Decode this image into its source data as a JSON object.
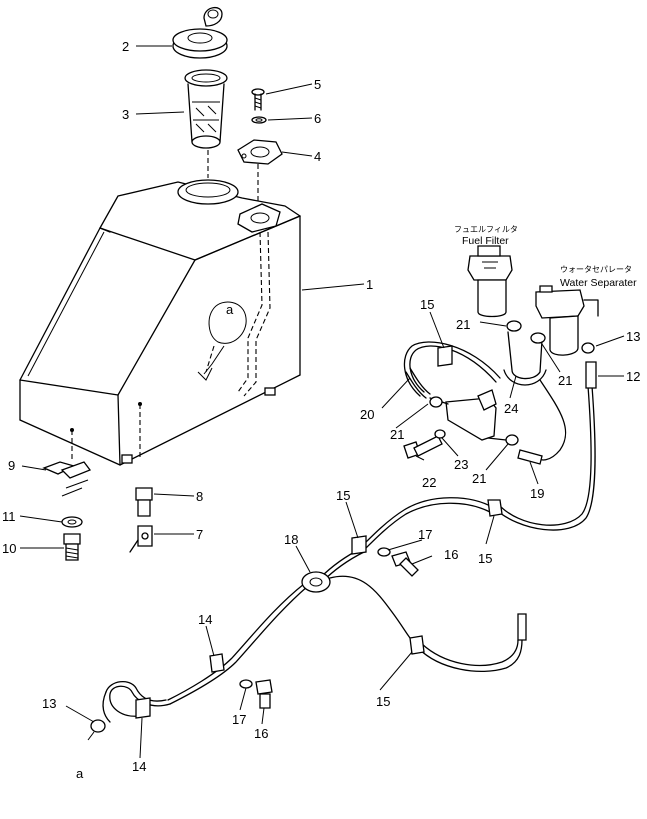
{
  "labels": {
    "fuel_filter_jp": "フュエルフィルタ",
    "fuel_filter_en": "Fuel Filter",
    "water_separator_jp": "ウォータセパレータ",
    "water_separator_en": "Water Separater",
    "ref_a_tank": "a",
    "ref_a_bottom": "a"
  },
  "callouts": {
    "c1": "1",
    "c2": "2",
    "c3": "3",
    "c4": "4",
    "c5": "5",
    "c6": "6",
    "c7": "7",
    "c8": "8",
    "c9": "9",
    "c10": "10",
    "c11": "11",
    "c12": "12",
    "c13a": "13",
    "c13b": "13",
    "c14a": "14",
    "c14b": "14",
    "c15a": "15",
    "c15b": "15",
    "c15c": "15",
    "c15d": "15",
    "c16a": "16",
    "c16b": "16",
    "c17a": "17",
    "c17b": "17",
    "c18": "18",
    "c19": "19",
    "c20": "20",
    "c21a": "21",
    "c21b": "21",
    "c21c": "21",
    "c21d": "21",
    "c22": "22",
    "c23": "23",
    "c24": "24"
  }
}
